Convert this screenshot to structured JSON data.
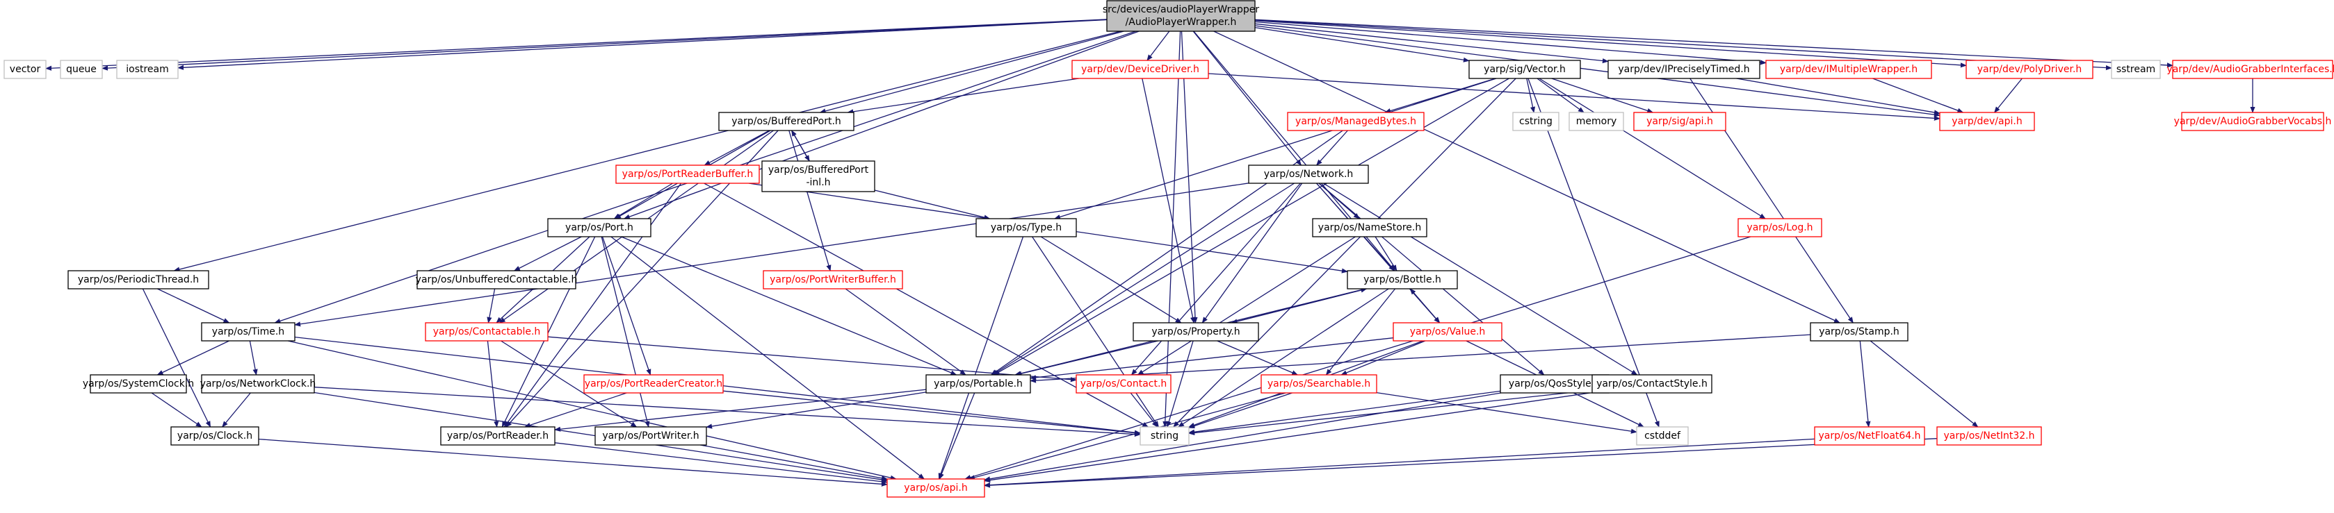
{
  "colors": {
    "edge": "#191970",
    "root_fill": "#bfbfbf",
    "node_border": "#000000",
    "missing_border": "#bfbfbf",
    "external_border": "#ff0000",
    "missing_text": "#000000",
    "external_text": "#ff0000"
  },
  "nodes": {
    "root": {
      "lines": [
        "src/devices/audioPlayerWrapper",
        "/AudioPlayerWrapper.h"
      ],
      "kind": "root"
    },
    "vector": {
      "lines": [
        "vector"
      ],
      "kind": "system"
    },
    "queue": {
      "lines": [
        "queue"
      ],
      "kind": "system"
    },
    "iostream": {
      "lines": [
        "iostream"
      ],
      "kind": "system"
    },
    "periodicthread": {
      "lines": [
        "yarp/os/PeriodicThread.h"
      ],
      "kind": "local"
    },
    "bufferedport": {
      "lines": [
        "yarp/os/BufferedPort.h"
      ],
      "kind": "local"
    },
    "bufferedportinl": {
      "lines": [
        "yarp/os/BufferedPort",
        "-inl.h"
      ],
      "kind": "local"
    },
    "devicedriver": {
      "lines": [
        "yarp/dev/DeviceDriver.h"
      ],
      "kind": "external"
    },
    "sigvector": {
      "lines": [
        "yarp/sig/Vector.h"
      ],
      "kind": "local"
    },
    "iprecisely": {
      "lines": [
        "yarp/dev/IPreciselyTimed.h"
      ],
      "kind": "local"
    },
    "multiplewrapper": {
      "lines": [
        "yarp/dev/IMultipleWrapper.h"
      ],
      "kind": "external"
    },
    "polydriver": {
      "lines": [
        "yarp/dev/PolyDriver.h"
      ],
      "kind": "external"
    },
    "sstream": {
      "lines": [
        "sstream"
      ],
      "kind": "system"
    },
    "audiograbberint": {
      "lines": [
        "yarp/dev/AudioGrabberInterfaces.h"
      ],
      "kind": "external"
    },
    "audiograbbervocabs": {
      "lines": [
        "yarp/dev/AudioGrabberVocabs.h"
      ],
      "kind": "external"
    },
    "devapi": {
      "lines": [
        "yarp/dev/api.h"
      ],
      "kind": "external"
    },
    "managedbytes": {
      "lines": [
        "yarp/os/ManagedBytes.h"
      ],
      "kind": "external"
    },
    "cstring": {
      "lines": [
        "cstring"
      ],
      "kind": "system"
    },
    "memory": {
      "lines": [
        "memory"
      ],
      "kind": "system"
    },
    "sigapi": {
      "lines": [
        "yarp/sig/api.h"
      ],
      "kind": "external"
    },
    "network": {
      "lines": [
        "yarp/os/Network.h"
      ],
      "kind": "local"
    },
    "portreaderbuffer": {
      "lines": [
        "yarp/os/PortReaderBuffer.h"
      ],
      "kind": "external"
    },
    "port": {
      "lines": [
        "yarp/os/Port.h"
      ],
      "kind": "local"
    },
    "type": {
      "lines": [
        "yarp/os/Type.h"
      ],
      "kind": "local"
    },
    "namestore": {
      "lines": [
        "yarp/os/NameStore.h"
      ],
      "kind": "local"
    },
    "log": {
      "lines": [
        "yarp/os/Log.h"
      ],
      "kind": "external"
    },
    "unbuffered": {
      "lines": [
        "yarp/os/UnbufferedContactable.h"
      ],
      "kind": "local"
    },
    "portwriterbuffer": {
      "lines": [
        "yarp/os/PortWriterBuffer.h"
      ],
      "kind": "external"
    },
    "bottle": {
      "lines": [
        "yarp/os/Bottle.h"
      ],
      "kind": "local"
    },
    "time": {
      "lines": [
        "yarp/os/Time.h"
      ],
      "kind": "local"
    },
    "contactable": {
      "lines": [
        "yarp/os/Contactable.h"
      ],
      "kind": "external"
    },
    "property": {
      "lines": [
        "yarp/os/Property.h"
      ],
      "kind": "local"
    },
    "value": {
      "lines": [
        "yarp/os/Value.h"
      ],
      "kind": "external"
    },
    "stamp": {
      "lines": [
        "yarp/os/Stamp.h"
      ],
      "kind": "local"
    },
    "systemclock": {
      "lines": [
        "yarp/os/SystemClock.h"
      ],
      "kind": "local"
    },
    "networkclock": {
      "lines": [
        "yarp/os/NetworkClock.h"
      ],
      "kind": "local"
    },
    "portreadercreator": {
      "lines": [
        "yarp/os/PortReaderCreator.h"
      ],
      "kind": "external"
    },
    "portable": {
      "lines": [
        "yarp/os/Portable.h"
      ],
      "kind": "local"
    },
    "contact": {
      "lines": [
        "yarp/os/Contact.h"
      ],
      "kind": "external"
    },
    "searchable": {
      "lines": [
        "yarp/os/Searchable.h"
      ],
      "kind": "external"
    },
    "qosstyle": {
      "lines": [
        "yarp/os/QosStyle.h"
      ],
      "kind": "local"
    },
    "contactstyle": {
      "lines": [
        "yarp/os/ContactStyle.h"
      ],
      "kind": "local"
    },
    "clock": {
      "lines": [
        "yarp/os/Clock.h"
      ],
      "kind": "local"
    },
    "portreader": {
      "lines": [
        "yarp/os/PortReader.h"
      ],
      "kind": "local"
    },
    "portwriter": {
      "lines": [
        "yarp/os/PortWriter.h"
      ],
      "kind": "local"
    },
    "string": {
      "lines": [
        "string"
      ],
      "kind": "system"
    },
    "cstddef": {
      "lines": [
        "cstddef"
      ],
      "kind": "system"
    },
    "netfloat64": {
      "lines": [
        "yarp/os/NetFloat64.h"
      ],
      "kind": "external"
    },
    "netint32": {
      "lines": [
        "yarp/os/NetInt32.h"
      ],
      "kind": "external"
    },
    "osapi": {
      "lines": [
        "yarp/os/api.h"
      ],
      "kind": "external"
    }
  },
  "edges": [
    [
      "root",
      "vector"
    ],
    [
      "root",
      "queue"
    ],
    [
      "root",
      "iostream"
    ],
    [
      "root",
      "periodicthread"
    ],
    [
      "root",
      "time"
    ],
    [
      "root",
      "bufferedport"
    ],
    [
      "root",
      "port"
    ],
    [
      "root",
      "devicedriver"
    ],
    [
      "root",
      "string"
    ],
    [
      "root",
      "property"
    ],
    [
      "root",
      "network"
    ],
    [
      "root",
      "bottle"
    ],
    [
      "root",
      "sigvector"
    ],
    [
      "root",
      "iprecisely"
    ],
    [
      "root",
      "multiplewrapper"
    ],
    [
      "root",
      "polydriver"
    ],
    [
      "root",
      "devapi"
    ],
    [
      "root",
      "sstream"
    ],
    [
      "root",
      "audiograbberint"
    ],
    [
      "root",
      "stamp"
    ],
    [
      "audiograbberint",
      "audiograbbervocabs"
    ],
    [
      "devicedriver",
      "bufferedport"
    ],
    [
      "devicedriver",
      "property"
    ],
    [
      "devicedriver",
      "devapi"
    ],
    [
      "iprecisely",
      "stamp"
    ],
    [
      "iprecisely",
      "devapi"
    ],
    [
      "multiplewrapper",
      "devapi"
    ],
    [
      "polydriver",
      "devapi"
    ],
    [
      "sigvector",
      "cstring"
    ],
    [
      "sigvector",
      "memory"
    ],
    [
      "sigvector",
      "sigapi"
    ],
    [
      "sigvector",
      "managedbytes"
    ],
    [
      "sigvector",
      "log"
    ],
    [
      "sigvector",
      "type"
    ],
    [
      "sigvector",
      "portable"
    ],
    [
      "sigvector",
      "string"
    ],
    [
      "sigvector",
      "cstddef"
    ],
    [
      "bufferedport",
      "bufferedportinl"
    ],
    [
      "bufferedportinl",
      "bufferedport"
    ],
    [
      "bufferedport",
      "portreaderbuffer"
    ],
    [
      "bufferedport",
      "port"
    ],
    [
      "bufferedport",
      "portwriterbuffer"
    ],
    [
      "bufferedport",
      "contactable"
    ],
    [
      "bufferedport",
      "portreader"
    ],
    [
      "bufferedportinl",
      "type"
    ],
    [
      "portreaderbuffer",
      "port"
    ],
    [
      "portreaderbuffer",
      "portreader"
    ],
    [
      "portreaderbuffer",
      "string"
    ],
    [
      "portreaderbuffer",
      "bottle"
    ],
    [
      "managedbytes",
      "network"
    ],
    [
      "managedbytes",
      "portable"
    ],
    [
      "network",
      "time"
    ],
    [
      "network",
      "namestore"
    ],
    [
      "network",
      "property"
    ],
    [
      "network",
      "bottle"
    ],
    [
      "network",
      "value"
    ],
    [
      "network",
      "qosstyle"
    ],
    [
      "network",
      "contactstyle"
    ],
    [
      "network",
      "portable"
    ],
    [
      "network",
      "contact"
    ],
    [
      "port",
      "unbuffered"
    ],
    [
      "port",
      "contactable"
    ],
    [
      "port",
      "portreadercreator"
    ],
    [
      "port",
      "portable"
    ],
    [
      "port",
      "portreader"
    ],
    [
      "port",
      "portwriter"
    ],
    [
      "port",
      "osapi"
    ],
    [
      "unbuffered",
      "contactable"
    ],
    [
      "contactable",
      "contact"
    ],
    [
      "contactable",
      "portreader"
    ],
    [
      "contactable",
      "portwriter"
    ],
    [
      "type",
      "property"
    ],
    [
      "type",
      "string"
    ],
    [
      "type",
      "osapi"
    ],
    [
      "namestore",
      "bottle"
    ],
    [
      "namestore",
      "contact"
    ],
    [
      "bottle",
      "property"
    ],
    [
      "property",
      "bottle"
    ],
    [
      "bottle",
      "value"
    ],
    [
      "value",
      "bottle"
    ],
    [
      "bottle",
      "portable"
    ],
    [
      "bottle",
      "searchable"
    ],
    [
      "bottle",
      "string"
    ],
    [
      "property",
      "portable"
    ],
    [
      "property",
      "searchable"
    ],
    [
      "property",
      "string"
    ],
    [
      "value",
      "portable"
    ],
    [
      "value",
      "searchable"
    ],
    [
      "value",
      "string"
    ],
    [
      "value",
      "cstddef"
    ],
    [
      "portwriterbuffer",
      "portable"
    ],
    [
      "periodicthread",
      "time"
    ],
    [
      "periodicthread",
      "clock"
    ],
    [
      "time",
      "systemclock"
    ],
    [
      "time",
      "networkclock"
    ],
    [
      "time",
      "string"
    ],
    [
      "time",
      "osapi"
    ],
    [
      "systemclock",
      "clock"
    ],
    [
      "networkclock",
      "clock"
    ],
    [
      "networkclock",
      "string"
    ],
    [
      "networkclock",
      "osapi"
    ],
    [
      "clock",
      "osapi"
    ],
    [
      "portreadercreator",
      "portreader"
    ],
    [
      "portreadercreator",
      "string"
    ],
    [
      "portable",
      "portreader"
    ],
    [
      "portable",
      "portwriter"
    ],
    [
      "portable",
      "osapi"
    ],
    [
      "portreader",
      "osapi"
    ],
    [
      "portwriter",
      "osapi"
    ],
    [
      "contact",
      "string"
    ],
    [
      "searchable",
      "string"
    ],
    [
      "searchable",
      "osapi"
    ],
    [
      "searchable",
      "cstddef"
    ],
    [
      "qosstyle",
      "string"
    ],
    [
      "qosstyle",
      "osapi"
    ],
    [
      "contactstyle",
      "string"
    ],
    [
      "contactstyle",
      "osapi"
    ],
    [
      "stamp",
      "portable"
    ],
    [
      "stamp",
      "netfloat64"
    ],
    [
      "stamp",
      "netint32"
    ],
    [
      "netfloat64",
      "osapi"
    ],
    [
      "netint32",
      "osapi"
    ],
    [
      "log",
      "osapi"
    ]
  ]
}
